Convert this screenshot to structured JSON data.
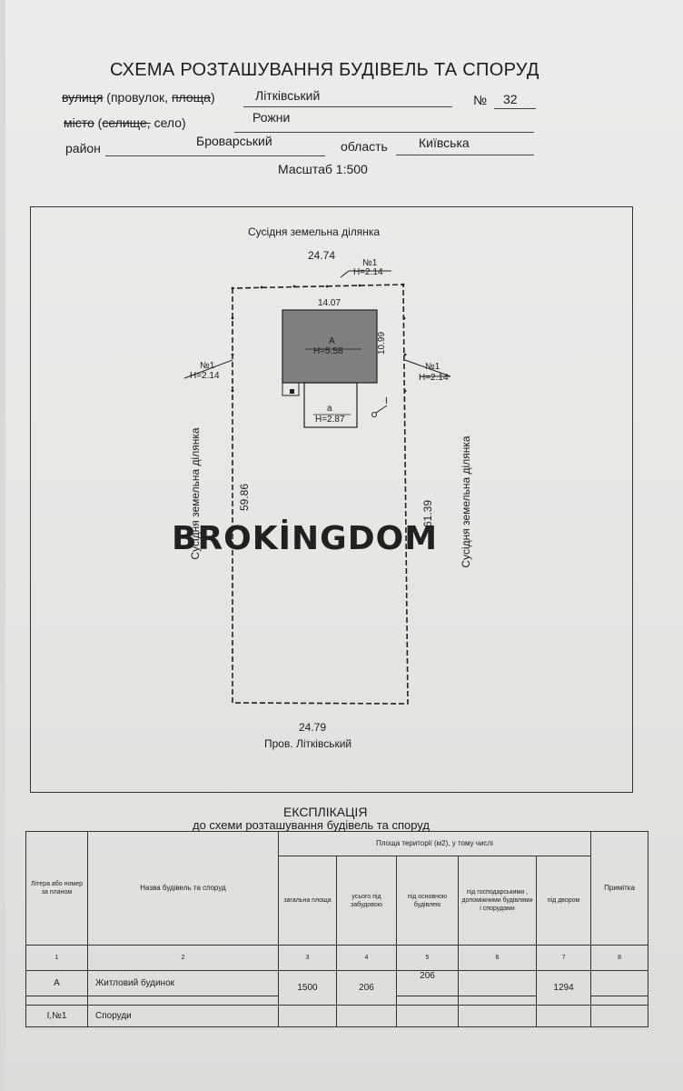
{
  "header": {
    "title": "СХЕМА РОЗТАШУВАННЯ БУДІВЕЛЬ ТА СПОРУД",
    "street": {
      "label_struck": "вулиця",
      "label_mid": " (провулок, ",
      "label_struck2": "площа",
      "label_end": ")",
      "value": "Літківський",
      "no_label": "№",
      "no_value": "32"
    },
    "city": {
      "label_struck": "місто",
      "label_mid": " (",
      "label_struck2": "селище,",
      "label_end": " село)",
      "value": "Рожни"
    },
    "district": {
      "label": "район",
      "value": "Броварський",
      "region_label": "область",
      "region_value": "Київська"
    },
    "scale": "Масштаб  1:500"
  },
  "plan": {
    "neighbor_top": "Сусідня земельна ділянка",
    "neighbor_left": "Сусідня земельна ділянка",
    "neighbor_right": "Сусідня земельна ділянка",
    "dim_top": "24.74",
    "dim_bottom": "24.79",
    "dim_left": "59.86",
    "dim_right": "61.39",
    "street_name": "Пров. Літківський",
    "building_a": {
      "label": "А",
      "height": "Н=5.58",
      "width": "14.07",
      "depth": "10.99"
    },
    "annex_a": {
      "label": "а",
      "height": "Н=2.87"
    },
    "fence_top": {
      "no": "№1",
      "height": "Н=2.14"
    },
    "fence_left": {
      "no": "№1",
      "height": "Н=2.14"
    },
    "fence_right": {
      "no": "№1",
      "height": "Н=2.14"
    },
    "gate_mark": "I",
    "watermark": "BROKİNGDOM"
  },
  "explication": {
    "title": "ЕКСПЛІКАЦІЯ",
    "subtitle": "до схеми розташування будівель та споруд",
    "headers": {
      "col1": "Літера або номер за планом",
      "col2": "Назва будівель та споруд",
      "area_group": "Площа території (м2), у тому числі",
      "col3": "загальна площа",
      "col4": "усього під забудовою",
      "col5": "під основною будівлею",
      "col6": "під господарськими , допоміжними будівлями і спорудами",
      "col7": "під двором",
      "col8": "Примітка"
    },
    "col_numbers": [
      "1",
      "2",
      "3",
      "4",
      "5",
      "6",
      "7",
      "8"
    ],
    "rows": [
      {
        "letter": "А",
        "name": "Житловий будинок",
        "total": "1500",
        "built": "206",
        "main": "206",
        "aux": "",
        "yard": "1294",
        "note": ""
      },
      {
        "letter": "І,№1",
        "name": "Споруди",
        "total": "",
        "built": "",
        "main": "",
        "aux": "",
        "yard": "",
        "note": ""
      }
    ]
  }
}
